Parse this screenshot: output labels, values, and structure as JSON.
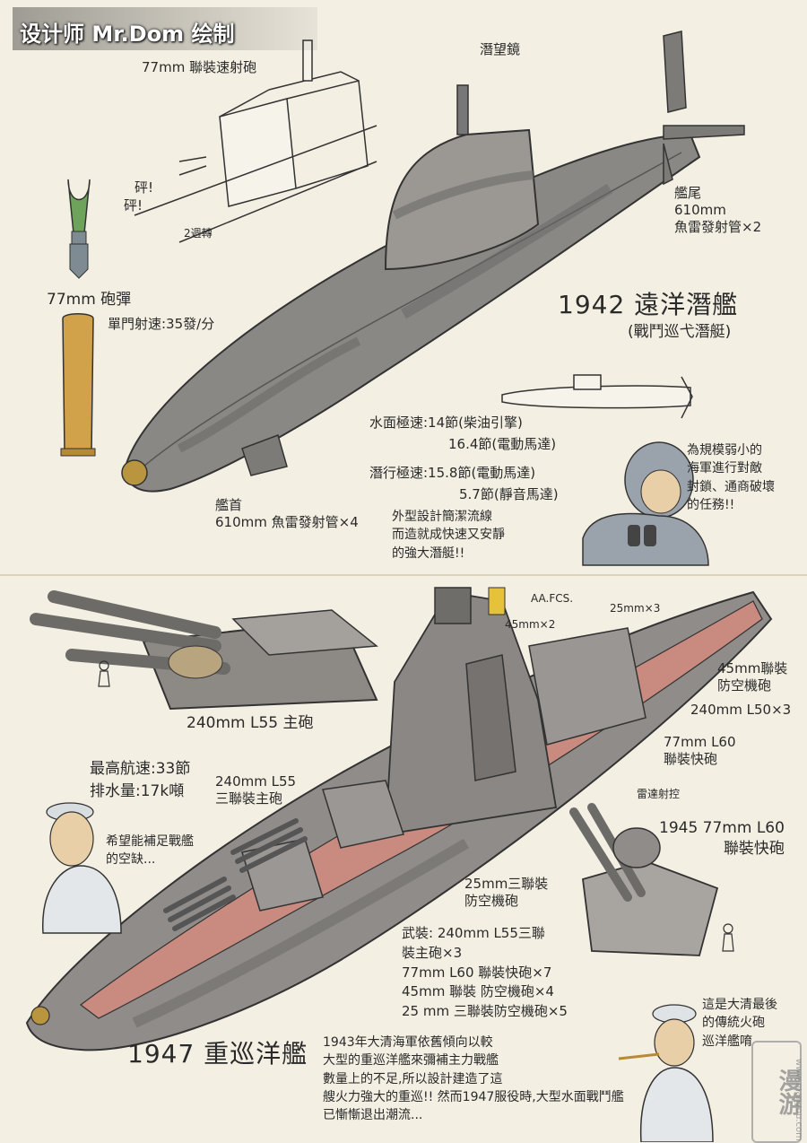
{
  "credit": "设计师  Mr.Dom  绘制",
  "submarine": {
    "title": "1942 遠洋潛艦",
    "subtitle": "(戰鬥巡弋潛艇)",
    "gun_label": "77mm 聯裝速射砲",
    "periscope_label": "潛望鏡",
    "stern_label": "艦尾\n610mm\n魚雷發射管×2",
    "shell_label": "77mm 砲彈",
    "fire_rate": "單門射速:35發/分",
    "bow_label": "艦首\n610mm 魚雷發射管×4",
    "surface_speed_1": "水面極速:14節(柴油引擎)",
    "surface_speed_2": "16.4節(電動馬達)",
    "dive_speed_1": "潛行極速:15.8節(電動馬達)",
    "dive_speed_2": "5.7節(靜音馬達)",
    "design_note": "外型設計簡潔流線\n而造就成快速又安靜\n的強大潛艇!!",
    "sailor_speech": "為規模弱小的\n海軍進行對敵\n封鎖、通商破壞\n的任務!!",
    "sfx_1": "砰!",
    "sfx_2": "砰!",
    "turn_label": "2週轉"
  },
  "cruiser": {
    "title": "1947 重巡洋艦",
    "main_gun_label": "240mm  L55  主砲",
    "max_speed": "最高航速:33節",
    "displacement": "排水量:17k噸",
    "officer_speech": "希望能補足戰艦\n的空缺...",
    "triple_main_label": "240mm L55\n三聯裝主砲",
    "aa_fcs_label": "AA.FCS.",
    "mm45_label": "45mm×2",
    "mm25_label": "25mm×3",
    "aa_twin_label": "45mm聯裝\n防空機砲",
    "l50_label": "240mm L50×3",
    "l60_label": "77mm L60\n聯裝快砲",
    "radar_label": "雷達射控",
    "mount_title": "1945 77mm L60\n聯裝快砲",
    "aa_triple_label": "25mm三聯裝\n防空機砲",
    "armament": "武裝: 240mm L55三聯\n裝主砲×3\n77mm L60 聯裝快砲×7\n45mm 聯裝 防空機砲×4\n25 mm 三聯裝防空機砲×5",
    "history": "1943年大清海軍依舊傾向以較\n大型的重巡洋艦來彌補主力戰艦\n數量上的不足,所以設計建造了這\n艘火力強大的重巡!! 然而1947服役時,大型水面戰鬥艦\n已慚慚退出潮流...",
    "qing_speech": "這是大清最後\n的傳統火砲\n巡洋艦唷"
  },
  "watermark": "漫游",
  "watermark_url": "www.manyou.com"
}
